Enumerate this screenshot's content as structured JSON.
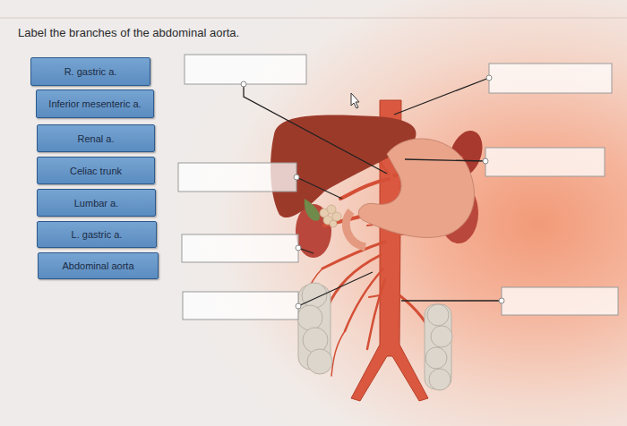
{
  "diagram": {
    "title": "Label the branches of the abdominal aorta.",
    "nodes": [
      {
        "text": [
          "R. gastric a."
        ]
      },
      {
        "text": [
          "Inferior mesenteric a."
        ]
      },
      {
        "text": [
          "Renal a."
        ]
      },
      {
        "text": [
          "Celiac trunk"
        ]
      },
      {
        "text": [
          "Lumbar a."
        ]
      },
      {
        "text": [
          "L. gastric a."
        ]
      },
      {
        "text": [
          "Abdominal aorta"
        ]
      }
    ]
  }
}
